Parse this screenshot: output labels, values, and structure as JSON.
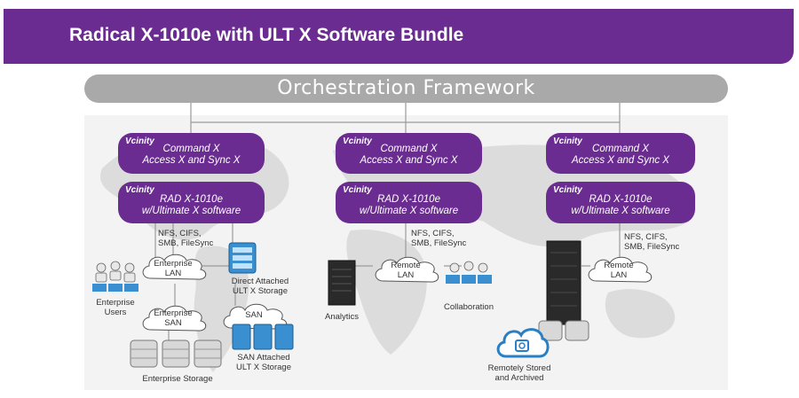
{
  "title": "Radical X-1010e with ULT X Software Bundle",
  "orchestration": "Orchestration Framework",
  "brand": "Vcinity",
  "nodes": [
    {
      "top_pill": {
        "line1": "Command X",
        "line2": "Access X and Sync X"
      },
      "bottom_pill": {
        "line1": "RAD X-1010e",
        "line2": "w/Ultimate X software"
      },
      "protocols": [
        "NFS, CIFS,",
        "SMB, FileSync"
      ]
    },
    {
      "top_pill": {
        "line1": "Command X",
        "line2": "Access X and Sync X"
      },
      "bottom_pill": {
        "line1": "RAD X-1010e",
        "line2": "w/Ultimate X software"
      },
      "protocols": [
        "NFS, CIFS,",
        "SMB, FileSync"
      ]
    },
    {
      "top_pill": {
        "line1": "Command X",
        "line2": "Access X and Sync X"
      },
      "bottom_pill": {
        "line1": "RAD X-1010e",
        "line2": "w/Ultimate X software"
      },
      "protocols": [
        "NFS, CIFS,",
        "SMB, FileSync"
      ]
    }
  ],
  "clouds": {
    "enterprise_lan": [
      "Enterprise",
      "LAN"
    ],
    "enterprise_san": [
      "Enterprise",
      "SAN"
    ],
    "san": [
      "SAN"
    ],
    "remote_lan_1": [
      "Remote",
      "LAN"
    ],
    "remote_lan_2": [
      "Remote",
      "LAN"
    ]
  },
  "labels": {
    "direct_attached": [
      "Direct Attached",
      "ULT X Storage"
    ],
    "enterprise_users": [
      "Enterprise",
      "Users"
    ],
    "san_attached": [
      "SAN Attached",
      "ULT X Storage"
    ],
    "enterprise_storage": "Enterprise Storage",
    "analytics": "Analytics",
    "collaboration": "Collaboration",
    "remotely_stored": [
      "Remotely Stored",
      "and Archived"
    ]
  },
  "colors": {
    "purple": "#6a2c91",
    "gray_bar": "#a9a9a9",
    "storage_blue": "#3a8fd0"
  },
  "icons": [
    "user-group-icon",
    "server-icon",
    "storage-disk-icon",
    "cloud-storage-icon"
  ]
}
